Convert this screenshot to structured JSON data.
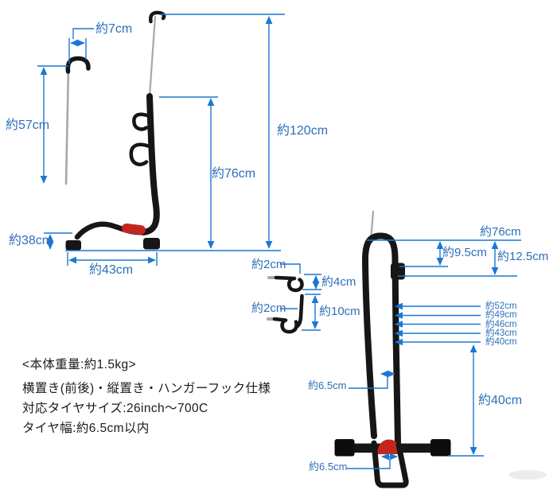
{
  "colors": {
    "dimension_line_blue": "#1c77d4",
    "label_blue": "#2e6fb8",
    "frame_black": "#161616",
    "accent_red": "#c4261f",
    "rod_gray": "#a8a8a8",
    "spec_text": "#1b1b1b"
  },
  "diagram": {
    "hanger_pole": {
      "hook_width": "約7cm",
      "pole_length": "約57cm"
    },
    "side_view": {
      "base_height": "約38cm",
      "base_depth": "約43cm",
      "stand_height": "約76cm",
      "total_height_with_pole": "約120cm"
    },
    "hook_detail": {
      "upper_hook_width": "約2cm",
      "upper_hook_depth": "約4cm",
      "lower_hook_width": "約2cm",
      "lower_hook_depth": "約10cm"
    },
    "front_view": {
      "stand_height": "約76cm",
      "hook_top_offset": "約9.5cm",
      "clamp_top_offset": "約12.5cm",
      "hook_positions": [
        "約52cm",
        "約49cm",
        "約46cm",
        "約43cm",
        "約40cm"
      ],
      "lower_section_height": "約40cm",
      "tire_slot_width_top": "約6.5cm",
      "tire_slot_width_bottom": "約6.5cm"
    }
  },
  "specs": {
    "weight": "<本体重量:約1.5kg>",
    "placement": "横置き(前後)・縦置き・ハンガーフック仕様",
    "tire_size": "対応タイヤサイズ:26inch〜700C",
    "tire_width": "タイヤ幅:約6.5cm以内"
  }
}
